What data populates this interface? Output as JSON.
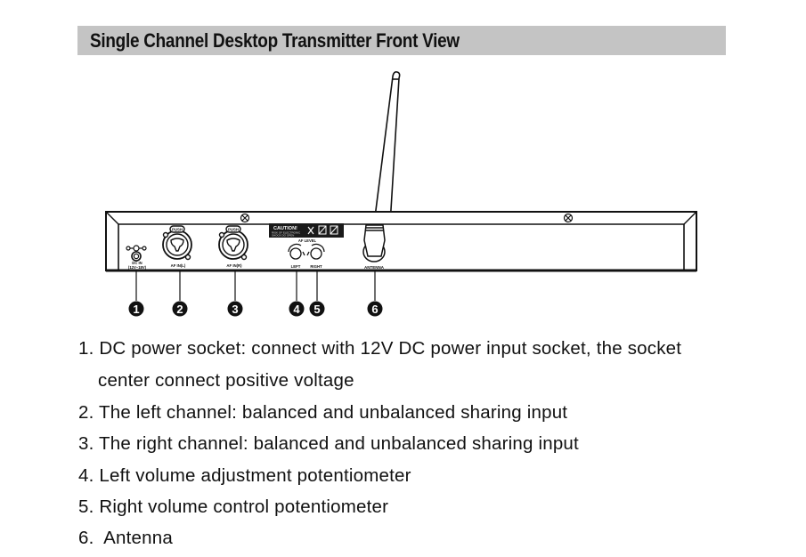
{
  "header": {
    "title": "Single Channel Desktop Transmitter Front View"
  },
  "panel": {
    "dc_label_line1": "DC IN",
    "dc_label_line2": "(12V~18V)",
    "xlr_left_push": "PUSH",
    "xlr_left_label": "AF IN(L)",
    "xlr_right_push": "PUSH",
    "xlr_right_label": "AF IN(R)",
    "caution_title": "CAUTION!",
    "caution_line1": "RISK OF ELECTRONIC",
    "caution_line2": "SHOCK DO OPEN",
    "af_level_label": "AF LEVEL",
    "knob_left_label": "LEFT",
    "knob_right_label": "RIGHT",
    "antenna_label": "ANTENNA"
  },
  "callouts": [
    "1",
    "2",
    "3",
    "4",
    "5",
    "6"
  ],
  "items": [
    {
      "number": "1.",
      "text": "DC power socket: connect with 12V DC power input socket, the socket",
      "continuation": "center connect positive voltage"
    },
    {
      "number": "2.",
      "text": "The left channel: balanced and unbalanced sharing input"
    },
    {
      "number": "3.",
      "text": "The right channel: balanced and unbalanced sharing input"
    },
    {
      "number": "4.",
      "text": "Left volume adjustment potentiometer"
    },
    {
      "number": "5.",
      "text": "Right volume control potentiometer"
    },
    {
      "number": "6.",
      "text": " Antenna"
    }
  ],
  "colors": {
    "header_bg": "#c4c4c4",
    "ink": "#111111",
    "paper": "#ffffff"
  }
}
